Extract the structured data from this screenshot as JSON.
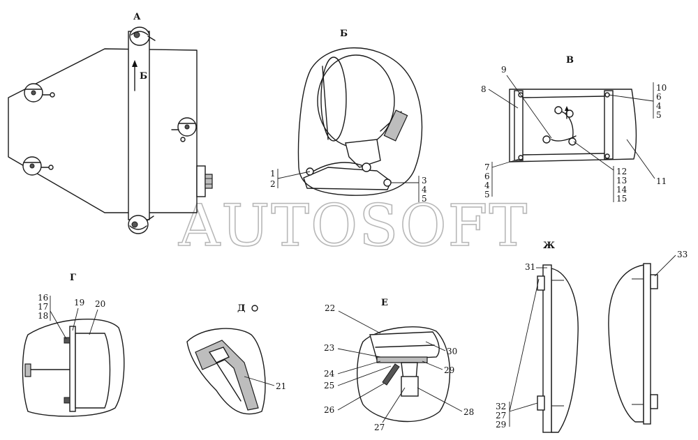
{
  "views": {
    "a": "А",
    "b": "Б",
    "v": "В",
    "g": "Г",
    "d": "Д",
    "e": "Е",
    "zh": "Ж"
  },
  "arrow_label": "Б",
  "watermark": "AUTOSOFT",
  "callouts": {
    "b_left": [
      "1",
      "2"
    ],
    "b_right": [
      "3",
      "4",
      "5"
    ],
    "v_top_right": [
      "10",
      "6",
      "4",
      "5"
    ],
    "v_left_bottom": [
      "7",
      "6",
      "4",
      "5"
    ],
    "v_mid_bottom": [
      "12",
      "13",
      "14",
      "15"
    ],
    "v_single": [
      "9",
      "8",
      "11"
    ],
    "g_left": [
      "16",
      "17",
      "18"
    ],
    "g_single": [
      "19",
      "20"
    ],
    "d_single": [
      "21"
    ],
    "e_single": [
      "22",
      "23",
      "30",
      "24",
      "29",
      "25",
      "26",
      "28",
      "27"
    ],
    "zh_single": [
      "31",
      "33"
    ],
    "zh_bottom": [
      "32",
      "27",
      "29"
    ]
  }
}
